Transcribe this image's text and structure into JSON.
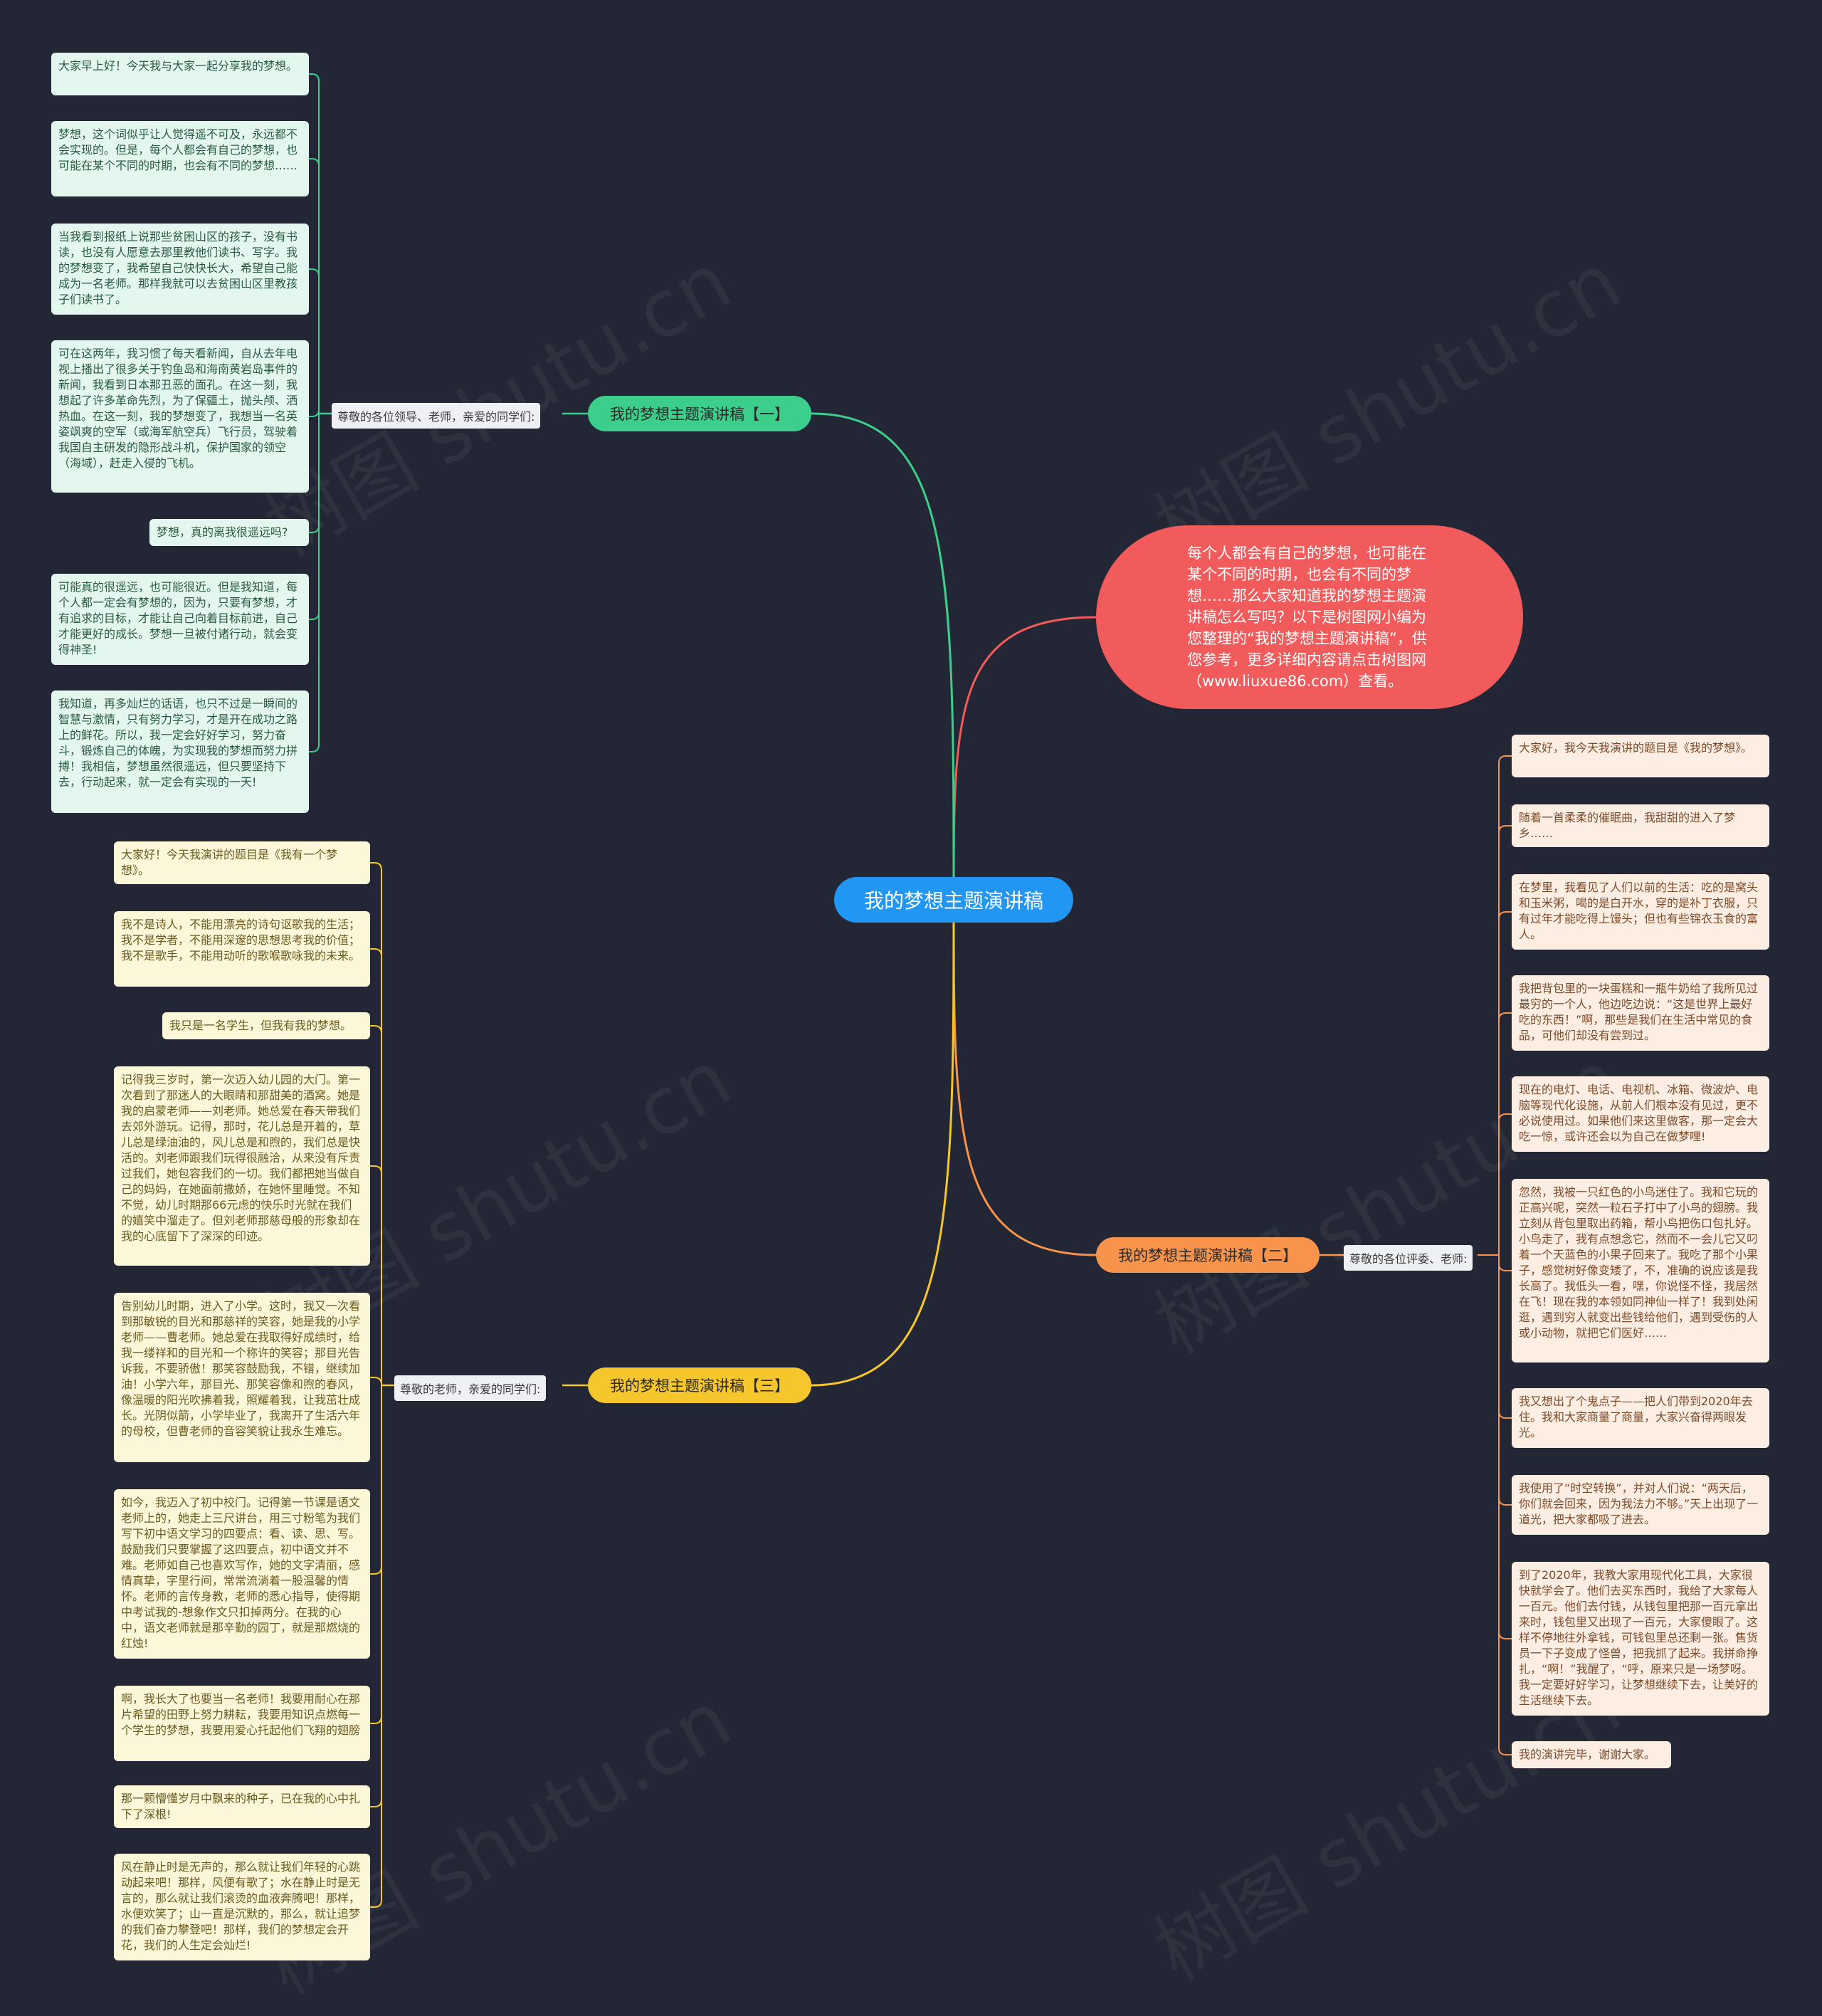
{
  "root": {
    "title": "我的梦想主题演讲稿"
  },
  "intro": {
    "text": "每个人都会有自己的梦想，也可能在某个不同的时期，也会有不同的梦想……那么大家知道我的梦想主题演讲稿怎么写吗？以下是树图网小编为您整理的“我的梦想主题演讲稿”，供您参考，更多详细内容请点击树图网（www.liuxue86.com）查看。"
  },
  "branch1": {
    "title": "我的梦想主题演讲稿【一】",
    "greeting": "尊敬的各位领导、老师，亲爱的同学们:",
    "leaves": [
      "大家早上好！今天我与大家一起分享我的梦想。",
      "梦想，这个词似乎让人觉得遥不可及，永远都不会实现的。但是，每个人都会有自己的梦想，也可能在某个不同的时期，也会有不同的梦想……",
      "当我看到报纸上说那些贫困山区的孩子，没有书读，也没有人愿意去那里教他们读书、写字。我的梦想变了，我希望自己快快长大，希望自己能成为一名老师。那样我就可以去贫困山区里教孩子们读书了。",
      "可在这两年，我习惯了每天看新闻，自从去年电视上播出了很多关于钓鱼岛和海南黄岩岛事件的新闻，我看到日本那丑恶的面孔。在这一刻，我想起了许多革命先烈，为了保疆土，抛头颅、洒热血。在这一刻，我的梦想变了，我想当一名英姿飒爽的空军（或海军航空兵）飞行员，驾驶着我国自主研发的隐形战斗机，保护国家的领空（海域），赶走入侵的飞机。",
      "梦想，真的离我很遥远吗?",
      "可能真的很遥远，也可能很近。但是我知道，每个人都一定会有梦想的，因为，只要有梦想，才有追求的目标，才能让自己向着目标前进，自己才能更好的成长。梦想一旦被付诸行动，就会变得神圣!",
      "我知道，再多灿烂的话语，也只不过是一瞬间的智慧与激情，只有努力学习，才是开在成功之路上的鲜花。所以，我一定会好好学习，努力奋斗，锻炼自己的体魄，为实现我的梦想而努力拼搏！我相信，梦想虽然很遥远，但只要坚持下去，行动起来，就一定会有实现的一天!"
    ]
  },
  "branch2": {
    "title": "我的梦想主题演讲稿【二】",
    "greeting": "尊敬的各位评委、老师:",
    "leaves": [
      "大家好，我今天我演讲的题目是《我的梦想》。",
      "随着一首柔柔的催眠曲，我甜甜的进入了梦乡……",
      "在梦里，我看见了人们以前的生活：吃的是窝头和玉米粥，喝的是白开水，穿的是补丁衣服，只有过年才能吃得上馒头；但也有些锦衣玉食的富人。",
      "我把背包里的一块蛋糕和一瓶牛奶给了我所见过最穷的一个人，他边吃边说：“这是世界上最好吃的东西！”啊，那些是我们在生活中常见的食品，可他们却没有尝到过。",
      "现在的电灯、电话、电视机、冰箱、微波炉、电脑等现代化设施，从前人们根本没有见过，更不必说使用过。如果他们来这里做客，那一定会大吃一惊，或许还会以为自己在做梦哩!",
      "忽然，我被一只红色的小鸟迷住了。我和它玩的正高兴呢，突然一粒石子打中了小鸟的翅膀。我立刻从背包里取出药箱，帮小鸟把伤口包扎好。小鸟走了，我有点想念它，然而不一会儿它又叼着一个天蓝色的小果子回来了。我吃了那个小果子，感觉树好像变矮了，不，准确的说应该是我长高了。我低头一看，嘿，你说怪不怪，我居然在飞！现在我的本领如同神仙一样了！我到处闲逛，遇到穷人就变出些钱给他们，遇到受伤的人或小动物，就把它们医好……",
      "我又想出了个鬼点子——把人们带到2020年去住。我和大家商量了商量，大家兴奋得两眼发光。",
      "我使用了“时空转换”，并对人们说：“两天后，你们就会回来，因为我法力不够。”天上出现了一道光，把大家都吸了进去。",
      "到了2020年，我教大家用现代化工具，大家很快就学会了。他们去买东西时，我给了大家每人一百元。他们去付钱，从钱包里把那一百元拿出来时，钱包里又出现了一百元，大家傻眼了。这样不停地往外拿钱，可钱包里总还剩一张。售货员一下子变成了怪兽，把我抓了起来。我拼命挣扎，“啊！”我醒了，“呼，原来只是一场梦呀。我一定要好好学习，让梦想继续下去，让美好的生活继续下去。",
      "我的演讲完毕，谢谢大家。"
    ]
  },
  "branch3": {
    "title": "我的梦想主题演讲稿【三】",
    "greeting": "尊敬的老师，亲爱的同学们:",
    "leaves": [
      "大家好！今天我演讲的题目是《我有一个梦想》。",
      "我不是诗人，不能用漂亮的诗句讴歌我的生活；我不是学者，不能用深邃的思想思考我的价值；我不是歌手，不能用动听的歌喉歌咏我的未来。",
      "我只是一名学生，但我有我的梦想。",
      "记得我三岁时，第一次迈入幼儿园的大门。第一次看到了那迷人的大眼睛和那甜美的酒窝。她是我的启蒙老师——刘老师。她总爱在春天带我们去郊外游玩。记得，那时，花儿总是开着的，草儿总是绿油油的，风儿总是和煦的，我们总是快活的。刘老师跟我们玩得很融洽，从来没有斥责过我们，她包容我们的一切。我们都把她当做自己的妈妈，在她面前撒娇，在她怀里睡觉。不知不觉，幼儿时期那66元虑的快乐时光就在我们的嬉笑中溜走了。但刘老师那慈母般的形象却在我的心底留下了深深的印迹。",
      "告别幼儿时期，进入了小学。这时，我又一次看到那敏锐的目光和那慈祥的笑容，她是我的小学老师——曹老师。她总爱在我取得好成绩时，给我一缕祥和的目光和一个称许的笑容；那目光告诉我，不要骄傲！那笑容鼓励我，不错，继续加油！小学六年，那目光、那笑容像和煦的春风，像温暖的阳光吹拂着我，照耀着我，让我茁壮成长。光阴似箭，小学毕业了，我离开了生活六年的母校，但曹老师的音容笑貌让我永生难忘。",
      "如今，我迈入了初中校门。记得第一节课是语文老师上的，她走上三尺讲台，用三寸粉笔为我们写下初中语文学习的四要点：看、读、思、写。鼓励我们只要掌握了这四要点，初中语文并不难。老师如自己也喜欢写作，她的文字清丽，感情真挚，字里行间，常常流淌着一股温馨的情怀。老师的言传身教，老师的悉心指导，使得期中考试我的-想象作文只扣掉两分。在我的心中，语文老师就是那辛勤的园丁，就是那燃烧的红烛!",
      "啊，我长大了也要当一名老师！我要用耐心在那片希望的田野上努力耕耘，我要用知识点燃每一个学生的梦想，我要用爱心托起他们飞翔的翅膀",
      "那一颗懵懂岁月中飘来的种子，已在我的心中扎下了深根!",
      "风在静止时是无声的，那么就让我们年轻的心跳动起来吧！那样，风便有歌了；水在静止时是无言的，那么就让我们滚烫的血液奔腾吧！那样，水便欢笑了；山一直是沉默的，那么，就让追梦的我们奋力攀登吧！那样，我们的梦想定会开花，我们的人生定会灿烂!"
    ]
  },
  "watermark": {
    "text": "树图 shutu.cn"
  },
  "colors": {
    "background": "#232634",
    "root": "#2196f3",
    "intro": "#f15b5b",
    "branch1": "#3ccf8c",
    "branch2": "#f7934a",
    "branch3": "#f6c72c"
  }
}
